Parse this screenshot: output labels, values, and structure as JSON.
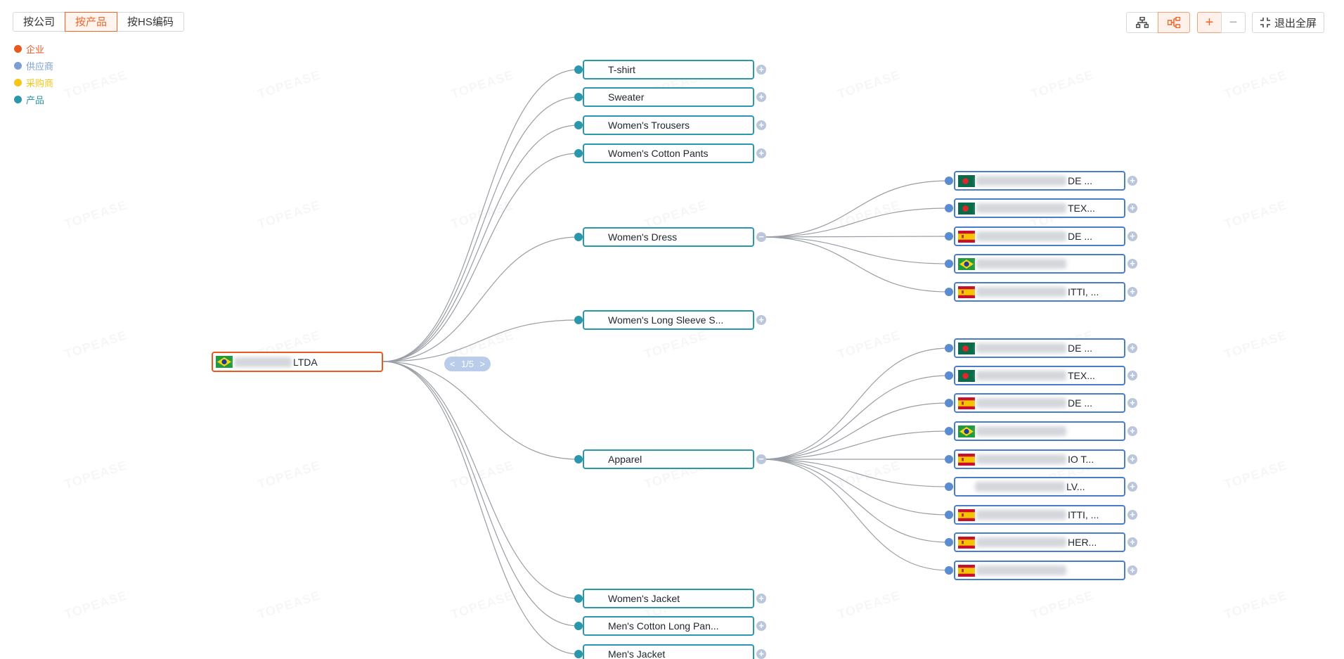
{
  "tabs": [
    {
      "label": "按公司",
      "active": false
    },
    {
      "label": "按产品",
      "active": true
    },
    {
      "label": "按HS编码",
      "active": false
    }
  ],
  "legend": [
    {
      "label": "企业",
      "color": "#e8581f"
    },
    {
      "label": "供应商",
      "color": "#7b9fd4"
    },
    {
      "label": "采购商",
      "color": "#f5c518"
    },
    {
      "label": "产品",
      "color": "#2b97ab"
    }
  ],
  "toolbar": {
    "layout_tree_icon": "org-chart-icon",
    "layout_horizontal_icon": "horizontal-tree-icon",
    "zoom_in": "+",
    "zoom_out": "−",
    "exit_fullscreen_label": "退出全屏"
  },
  "watermark": "TOPEASE",
  "root": {
    "suffix": "LTDA",
    "flag": "brazil"
  },
  "pager": {
    "prev": "<",
    "text": "1/5",
    "next": ">"
  },
  "products": [
    {
      "label": "T-shirt",
      "expand": "+"
    },
    {
      "label": "Sweater",
      "expand": "+"
    },
    {
      "label": "Women's Trousers",
      "expand": "+"
    },
    {
      "label": "Women's Cotton Pants",
      "expand": "+"
    },
    {
      "label": "Women's Dress",
      "expand": "−"
    },
    {
      "label": "Women's Long Sleeve S...",
      "expand": "+"
    },
    {
      "label": "Apparel",
      "expand": "−"
    },
    {
      "label": "Women's Jacket",
      "expand": "+"
    },
    {
      "label": "Men's Cotton Long Pan...",
      "expand": "+"
    },
    {
      "label": "Men's Jacket",
      "expand": "+"
    }
  ],
  "suppliers_dress": [
    {
      "flag": "bangladesh",
      "suffix": "DE ..."
    },
    {
      "flag": "bangladesh",
      "suffix": "TEX..."
    },
    {
      "flag": "spain",
      "suffix": "DE ..."
    },
    {
      "flag": "brazil",
      "suffix": ""
    },
    {
      "flag": "spain",
      "suffix": "ITTI, ..."
    }
  ],
  "suppliers_apparel": [
    {
      "flag": "bangladesh",
      "suffix": "DE ..."
    },
    {
      "flag": "bangladesh",
      "suffix": "TEX..."
    },
    {
      "flag": "spain",
      "suffix": "DE ..."
    },
    {
      "flag": "brazil",
      "suffix": ""
    },
    {
      "flag": "spain",
      "suffix": "IO T..."
    },
    {
      "flag": "none",
      "suffix": "LV..."
    },
    {
      "flag": "spain",
      "suffix": "ITTI, ..."
    },
    {
      "flag": "spain",
      "suffix": "HER..."
    },
    {
      "flag": "spain",
      "suffix": ""
    }
  ],
  "colors": {
    "accent": "#f0652b",
    "product_border": "#2b97ab",
    "supplier_border": "#4a7dc9",
    "root_border": "#e8581f",
    "edge": "#9a9ea6",
    "expand_btn": "#b9c6dc"
  }
}
